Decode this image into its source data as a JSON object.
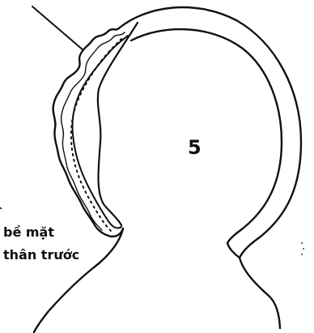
{
  "figure": {
    "number_label": "5",
    "surface_label_line1": "bề mặt",
    "surface_label_line2": "thân trước"
  },
  "colors": {
    "line": "#111111",
    "background": "#ffffff"
  }
}
